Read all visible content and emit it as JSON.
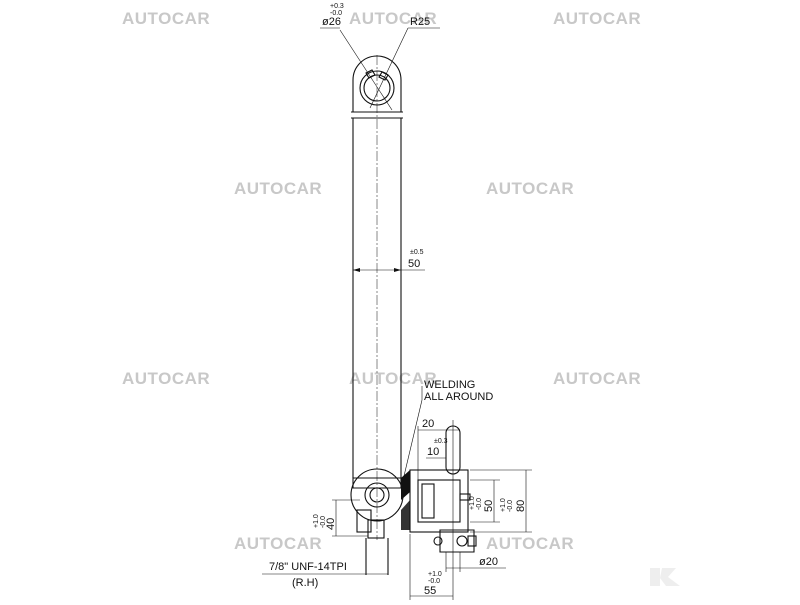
{
  "watermark": "AUTOCAR",
  "dims": {
    "eye_dia": "ø26",
    "eye_dia_tol_plus": "+0.3",
    "eye_dia_tol_minus": "-0.0",
    "eye_radius": "R25",
    "tube_dia": "50",
    "tube_dia_tol": "±0.5",
    "clevis_width": "20",
    "slot": "10",
    "slot_tol": "±0.3",
    "clevis_50": "50",
    "clevis_50_tol_plus": "+1.0",
    "clevis_50_tol_minus": "-0.0",
    "clevis_80": "80",
    "clevis_80_tol_plus": "+1.0",
    "clevis_80_tol_minus": "-0.0",
    "left_40": "40",
    "left_40_tol_plus": "+1.0",
    "left_40_tol_minus": "-0.0",
    "pin_dia": "ø20",
    "bottom_55": "55",
    "bottom_55_tol_plus": "+1.0",
    "bottom_55_tol_minus": "-0.0"
  },
  "notes": {
    "welding_line1": "WELDING",
    "welding_line2": "ALL AROUND",
    "thread_line1": "7/8\" UNF-14TPI",
    "thread_line2": "(R.H)"
  }
}
